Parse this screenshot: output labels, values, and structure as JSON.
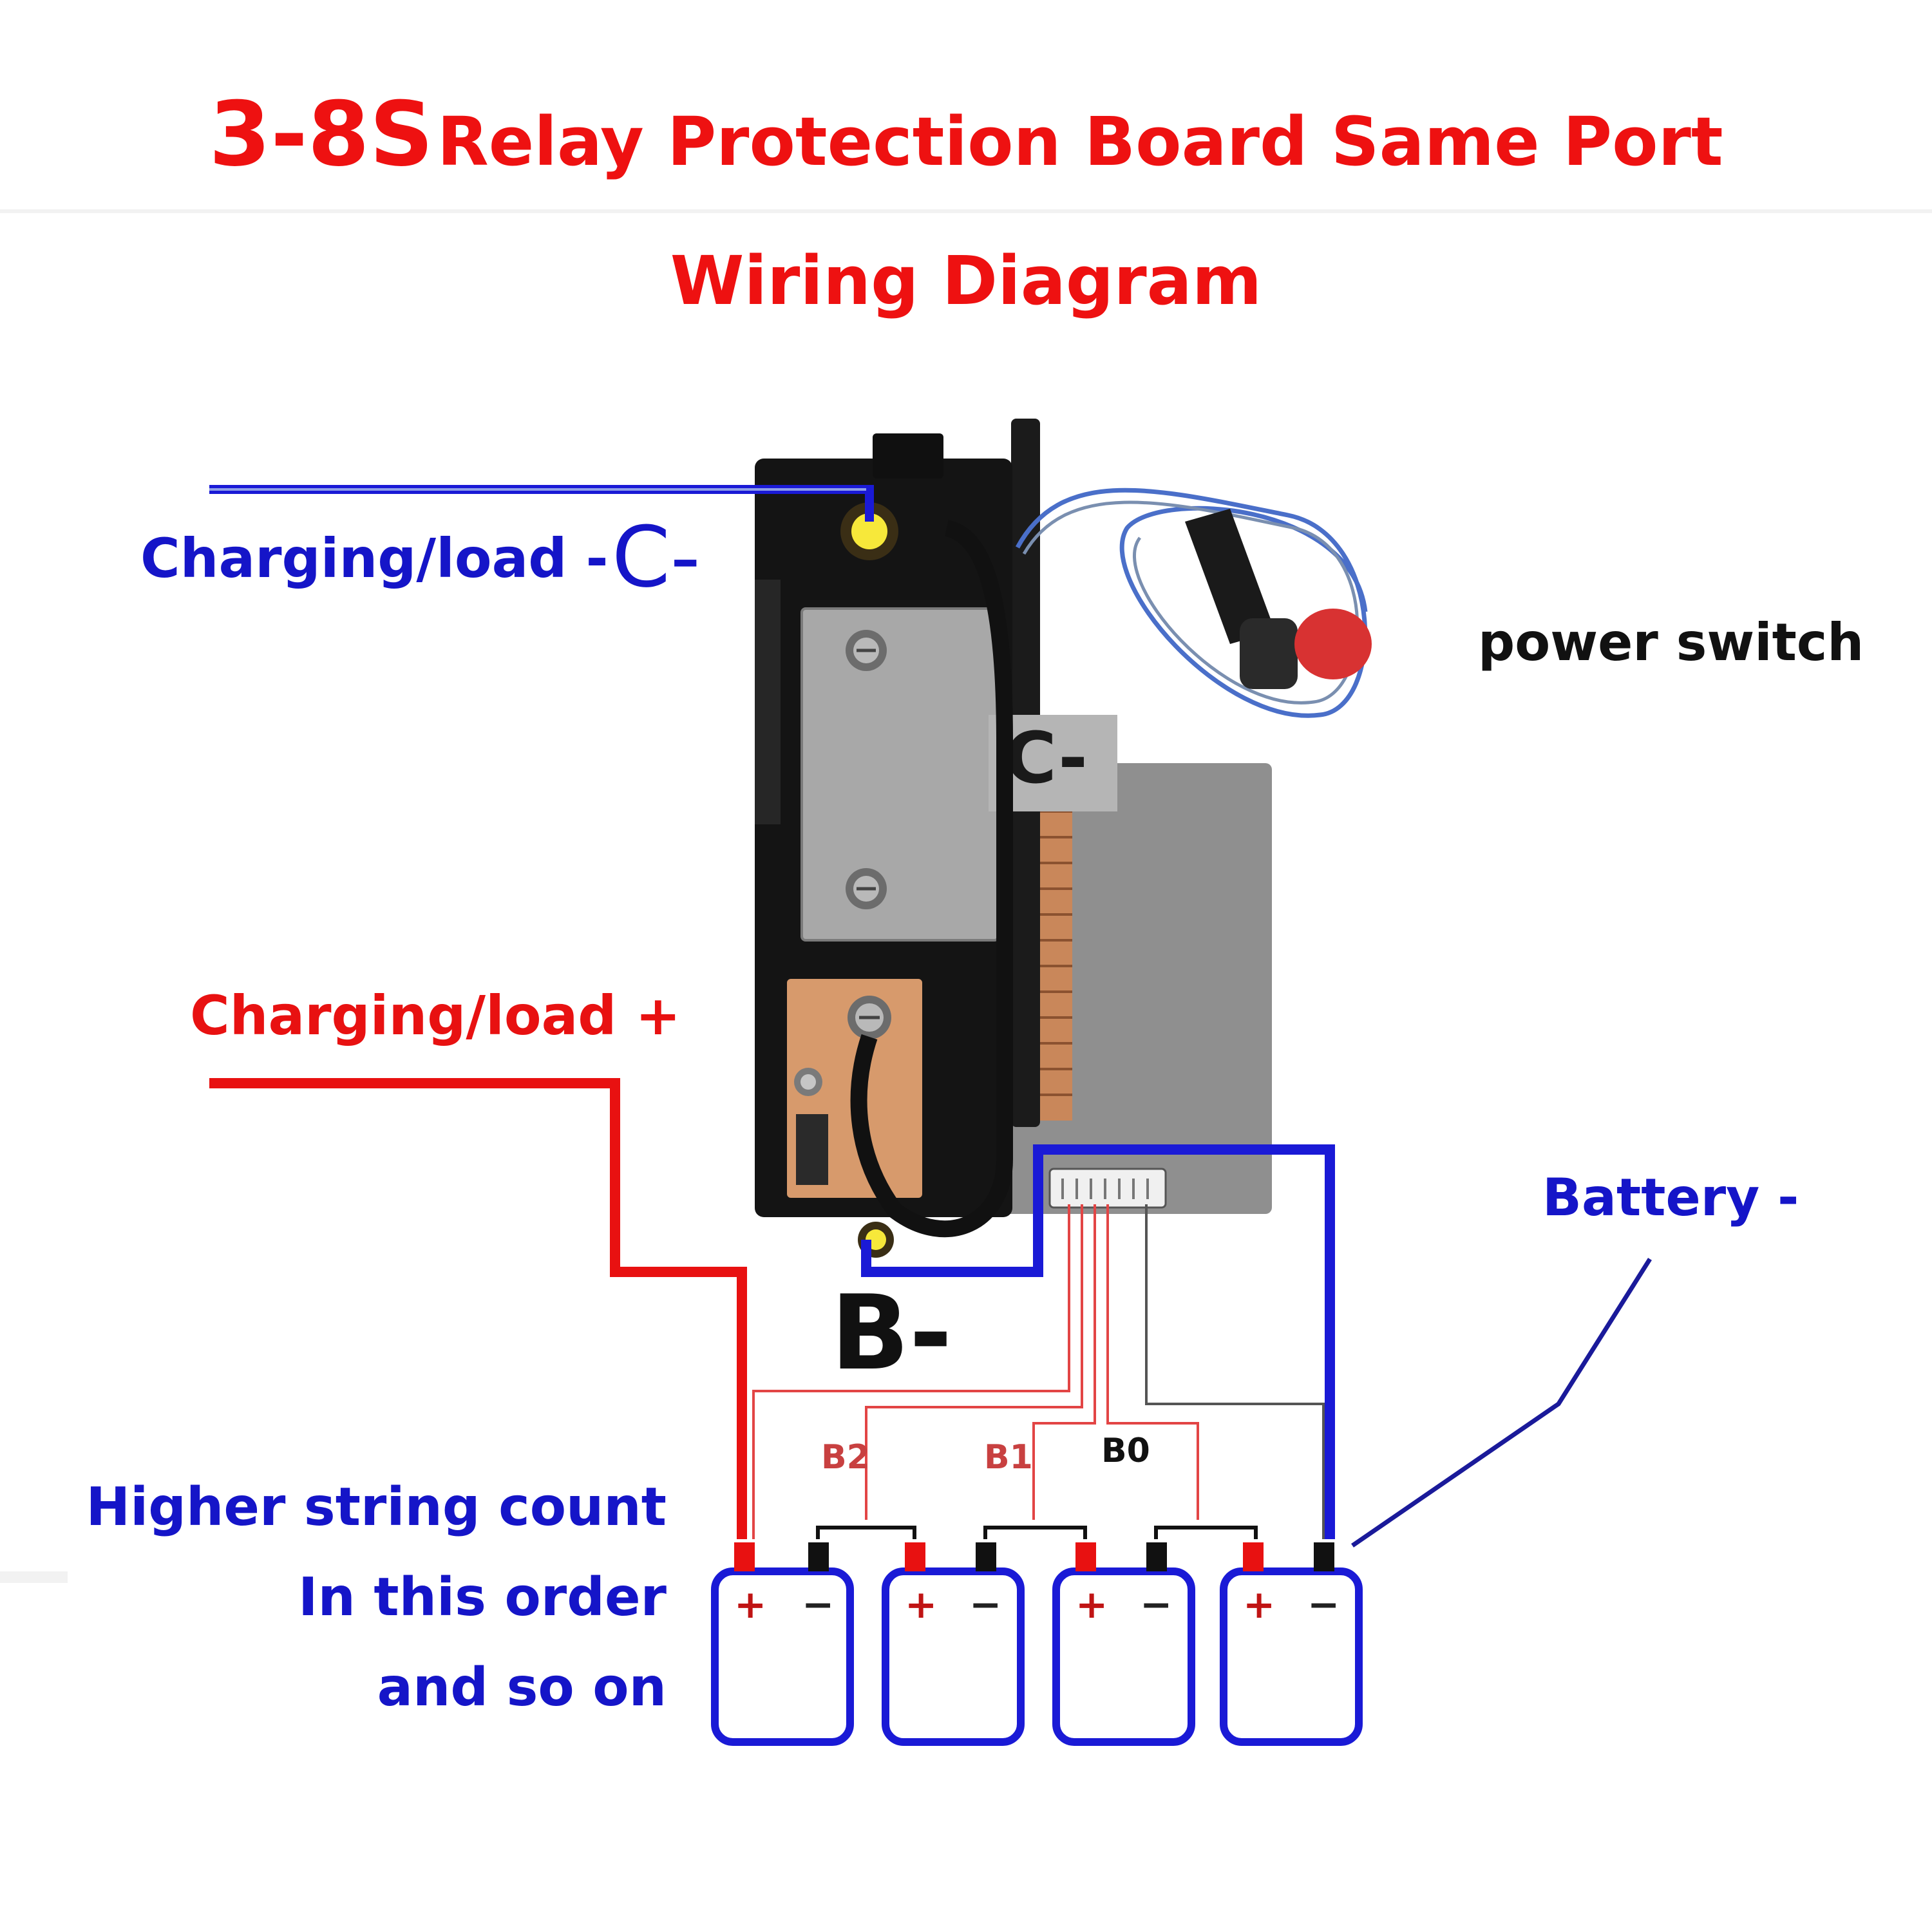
{
  "title": {
    "part_big": "3-8S",
    "part_rest": "Relay Protection Board Same Port",
    "line2": "Wiring Diagram"
  },
  "labels": {
    "c_minus_load": "Charging/load -",
    "c_minus_big": "C-",
    "c_plus_load": "Charging/load +",
    "power_switch": "power switch",
    "battery_minus": "Battery -",
    "b_minus": "B-",
    "board_c_minus": "C-",
    "b2": "B2",
    "b1": "B1",
    "b0": "B0",
    "note_line1": "Higher string count",
    "note_line2": "In this order",
    "note_line3": "and so on"
  },
  "batteries": [
    {
      "plus": "+",
      "minus": "−"
    },
    {
      "plus": "+",
      "minus": "−"
    },
    {
      "plus": "+",
      "minus": "−"
    },
    {
      "plus": "+",
      "minus": "−"
    }
  ],
  "colors": {
    "title_red": "#ee1111",
    "label_blue": "#1515c8",
    "wire_red": "#e81111",
    "wire_blue": "#1a1ad6",
    "board_black": "#141414",
    "copper": "#d79a6c",
    "plate_grey": "#a8a8a8"
  }
}
